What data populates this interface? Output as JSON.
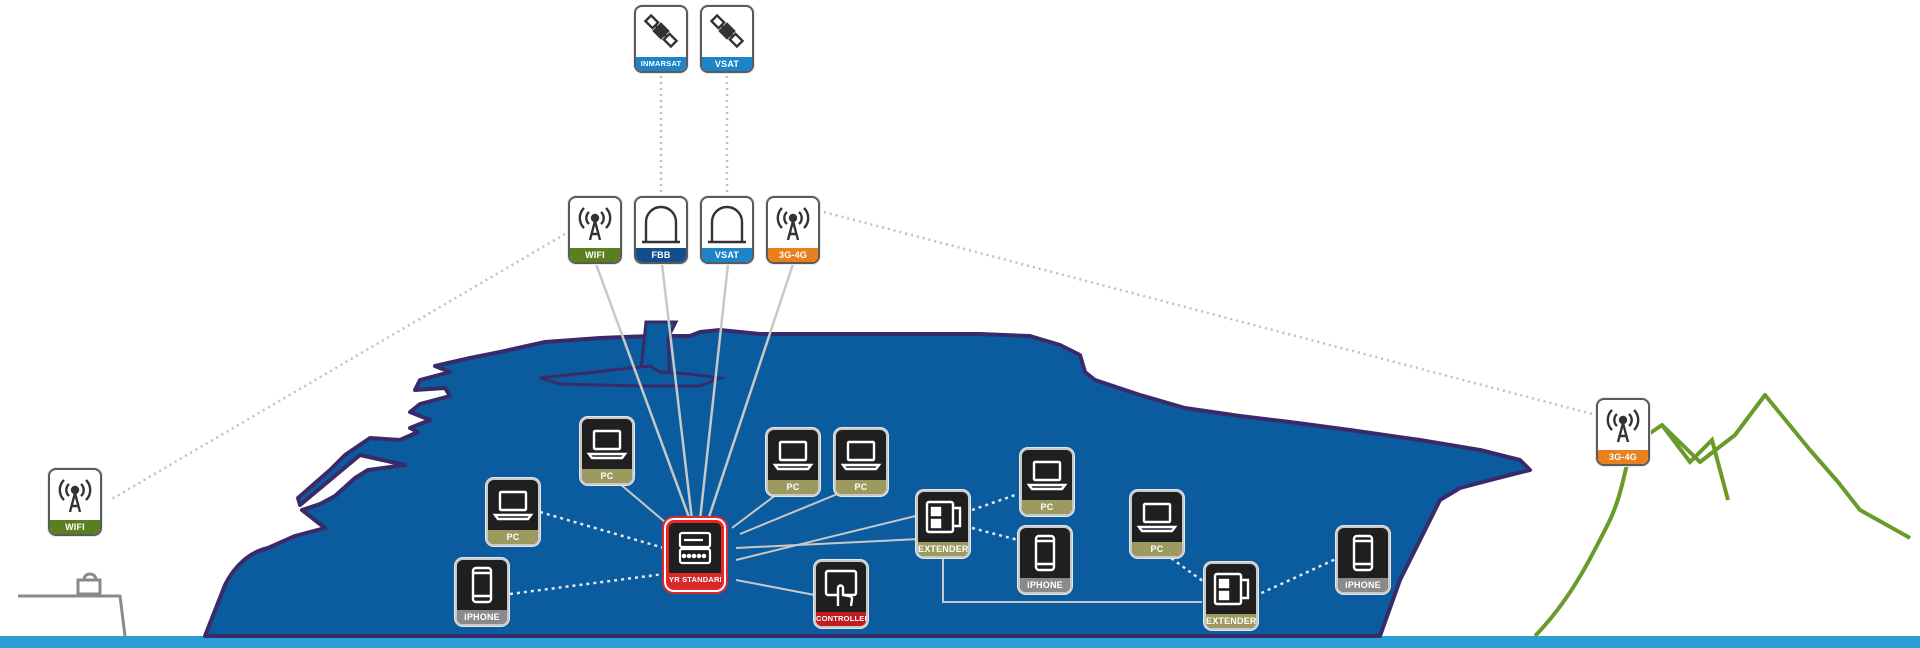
{
  "colors": {
    "hull": "#0a5c9e",
    "hull_outline": "#3a2a6a",
    "water": "#2a9fd6",
    "mountain": "#6a9a2a",
    "wifi_green": "#5a7f1e",
    "fbb_blue": "#114f8c",
    "vsat_blue": "#1e84c8",
    "inmarsat_blue": "#1e84c8",
    "orange_3g": "#e8801e",
    "olive": "#9c9a5e",
    "gray_phone": "#8a8a8a",
    "router_red": "#d52a2a",
    "controller_red": "#c01e1e"
  },
  "nodes": {
    "inmarsat_sat": {
      "label": "INMARSAT",
      "icon": "satellite-icon"
    },
    "vsat_sat": {
      "label": "VSAT",
      "icon": "satellite-icon"
    },
    "wifi_antenna": {
      "label": "WIFI",
      "icon": "antenna-icon"
    },
    "fbb_dome": {
      "label": "FBB",
      "icon": "dome-icon"
    },
    "vsat_dome": {
      "label": "VSAT",
      "icon": "dome-icon"
    },
    "cell_antenna": {
      "label": "3G-4G",
      "icon": "antenna-icon"
    },
    "shore_wifi": {
      "label": "WIFI",
      "icon": "antenna-icon"
    },
    "shore_cell": {
      "label": "3G-4G",
      "icon": "antenna-icon"
    },
    "router": {
      "label": "YR STANDARD",
      "icon": "router-icon"
    },
    "pc_1": {
      "label": "PC",
      "icon": "laptop-icon"
    },
    "pc_2": {
      "label": "PC",
      "icon": "laptop-icon"
    },
    "pc_3": {
      "label": "PC",
      "icon": "laptop-icon"
    },
    "pc_4": {
      "label": "PC",
      "icon": "laptop-icon"
    },
    "pc_5": {
      "label": "PC",
      "icon": "laptop-icon"
    },
    "pc_6": {
      "label": "PC",
      "icon": "laptop-icon"
    },
    "iphone_1": {
      "label": "iPHONE",
      "icon": "phone-icon"
    },
    "iphone_2": {
      "label": "iPHONE",
      "icon": "phone-icon"
    },
    "iphone_3": {
      "label": "iPHONE",
      "icon": "phone-icon"
    },
    "extender_1": {
      "label": "EXTENDER",
      "icon": "extender-icon"
    },
    "extender_2": {
      "label": "EXTENDER",
      "icon": "extender-icon"
    },
    "controller": {
      "label": "CONTROLLER",
      "icon": "touch-controller-icon"
    }
  }
}
